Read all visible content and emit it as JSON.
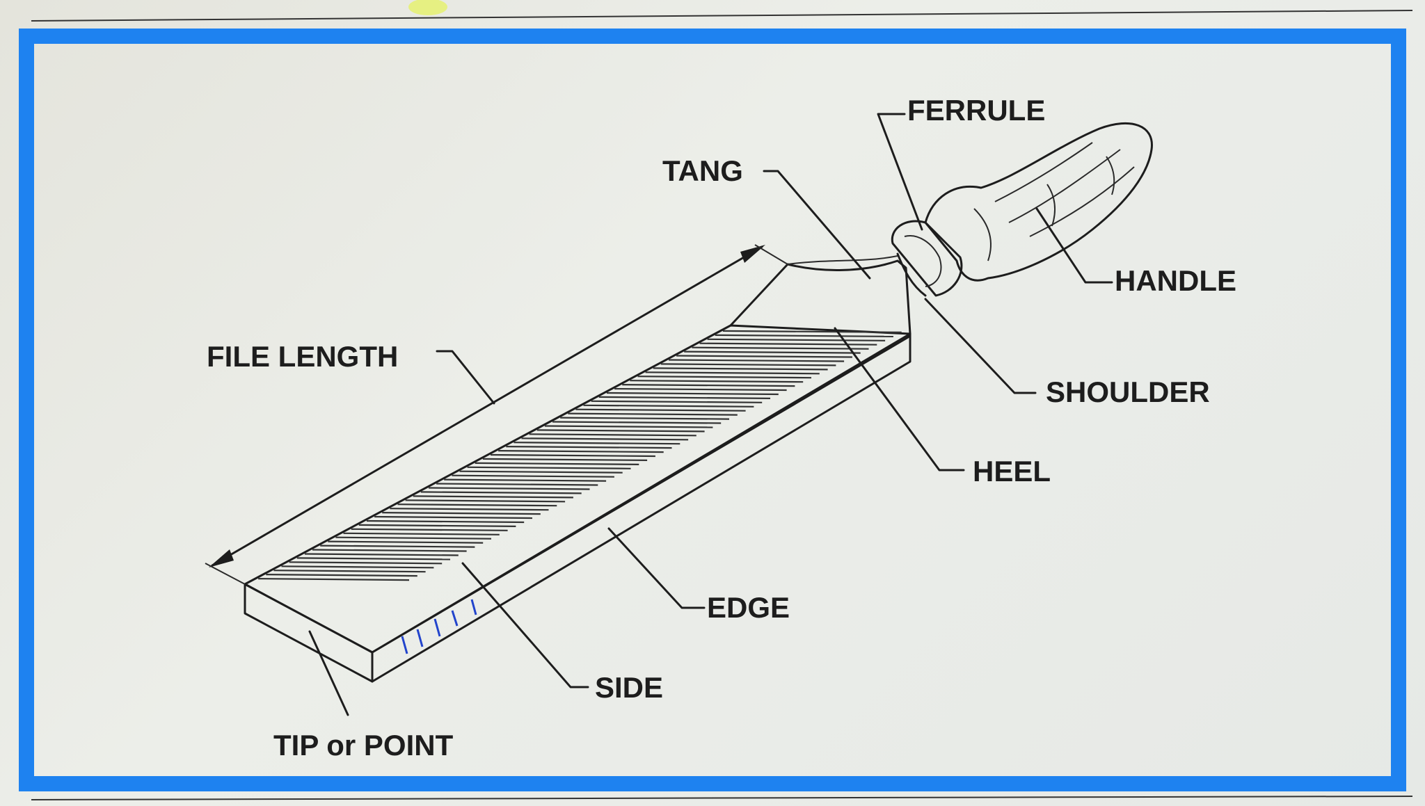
{
  "labels": {
    "ferrule": "FERRULE",
    "tang": "TANG",
    "handle": "HANDLE",
    "file_length": "FILE LENGTH",
    "shoulder": "SHOULDER",
    "heel": "HEEL",
    "edge": "EDGE",
    "side": "SIDE",
    "tip": "TIP or POINT"
  },
  "colors": {
    "frame": "#1e82f0",
    "ink": "#1d1d1d",
    "pen_marks": "#2244cc",
    "paper": "#e9ebe4"
  }
}
